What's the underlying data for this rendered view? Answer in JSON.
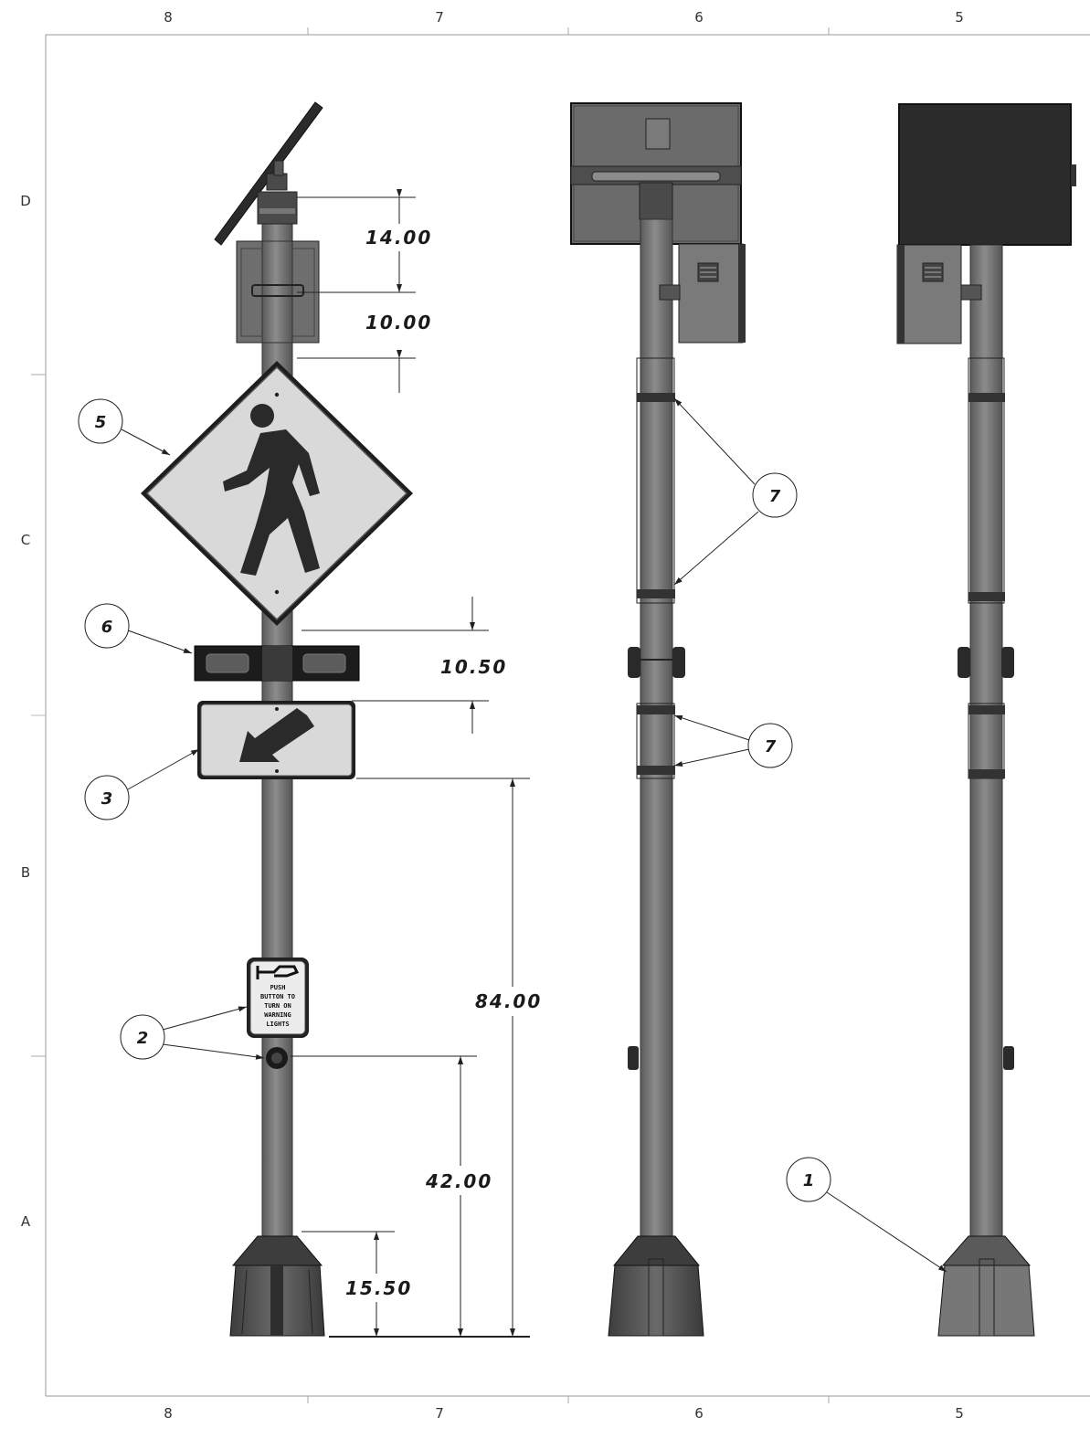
{
  "border": {
    "columns": [
      "8",
      "7",
      "6",
      "5"
    ],
    "rows": [
      "D",
      "C",
      "B",
      "A"
    ]
  },
  "dimensions": {
    "d_14": "14.00",
    "d_10": "10.00",
    "d_10_5": "10.50",
    "d_84": "84.00",
    "d_42": "42.00",
    "d_15_5": "15.50"
  },
  "balloons": {
    "b1": "1",
    "b2": "2",
    "b3": "3",
    "b5": "5",
    "b6": "6",
    "b7a": "7",
    "b7b": "7"
  },
  "push_button_plate": {
    "lines": [
      "PUSH",
      "BUTTON TO",
      "TURN ON",
      "WARNING",
      "LIGHTS"
    ]
  },
  "colors": {
    "pole": "#7a7a7a",
    "pole_dark": "#555555",
    "sign_face": "#d9d9d9",
    "symbol": "#2a2a2a",
    "solar_panel": "#2b2b2b",
    "cabinet": "#6e6e6e",
    "line": "#222222"
  }
}
